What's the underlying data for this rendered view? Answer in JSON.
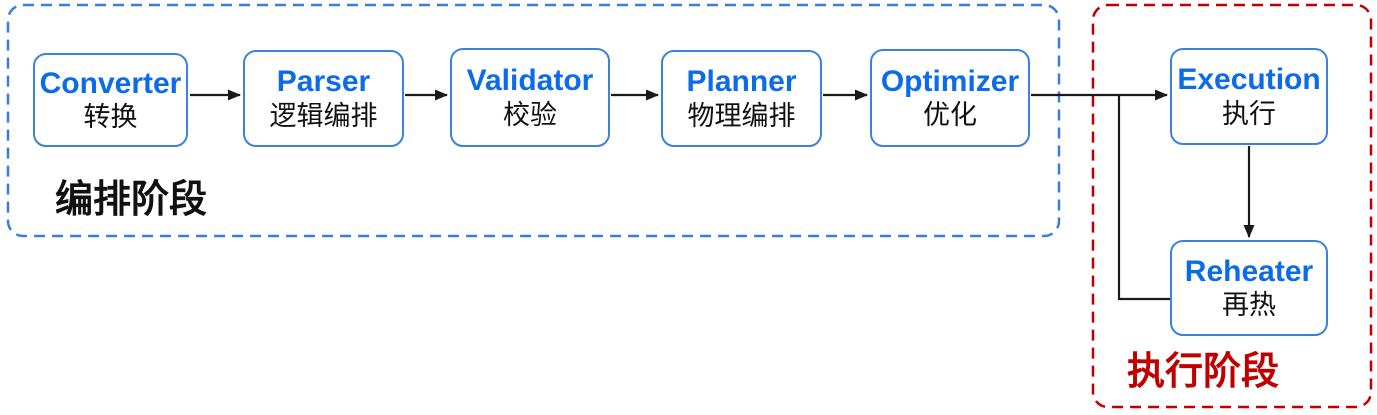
{
  "diagram": {
    "stages": [
      {
        "id": "orchestration",
        "label": "编排阶段",
        "accent_color": "#3B7DDB",
        "nodes": [
          "converter",
          "parser",
          "validator",
          "planner",
          "optimizer"
        ]
      },
      {
        "id": "execution",
        "label": "执行阶段",
        "accent_color": "#C00000",
        "nodes": [
          "execution",
          "reheater"
        ]
      }
    ],
    "nodes": [
      {
        "id": "converter",
        "title": "Converter",
        "subtitle": "转换"
      },
      {
        "id": "parser",
        "title": "Parser",
        "subtitle": "逻辑编排"
      },
      {
        "id": "validator",
        "title": "Validator",
        "subtitle": "校验"
      },
      {
        "id": "planner",
        "title": "Planner",
        "subtitle": "物理编排"
      },
      {
        "id": "optimizer",
        "title": "Optimizer",
        "subtitle": "优化"
      },
      {
        "id": "execution",
        "title": "Execution",
        "subtitle": "执行"
      },
      {
        "id": "reheater",
        "title": "Reheater",
        "subtitle": "再热"
      }
    ],
    "edges": [
      {
        "from": "converter",
        "to": "parser",
        "arrow": true
      },
      {
        "from": "parser",
        "to": "validator",
        "arrow": true
      },
      {
        "from": "validator",
        "to": "planner",
        "arrow": true
      },
      {
        "from": "planner",
        "to": "optimizer",
        "arrow": true
      },
      {
        "from": "optimizer",
        "to": "execution",
        "arrow": true
      },
      {
        "from": "optimizer",
        "to": "reheater",
        "arrow": false
      },
      {
        "from": "execution",
        "to": "reheater",
        "arrow": true
      }
    ],
    "colors": {
      "node_title": "#0B6BE8",
      "node_border": "#3B82E0",
      "orchestration_accent": "#3B7DDB",
      "execution_accent": "#C00000",
      "connector": "#1A1A1A"
    }
  }
}
